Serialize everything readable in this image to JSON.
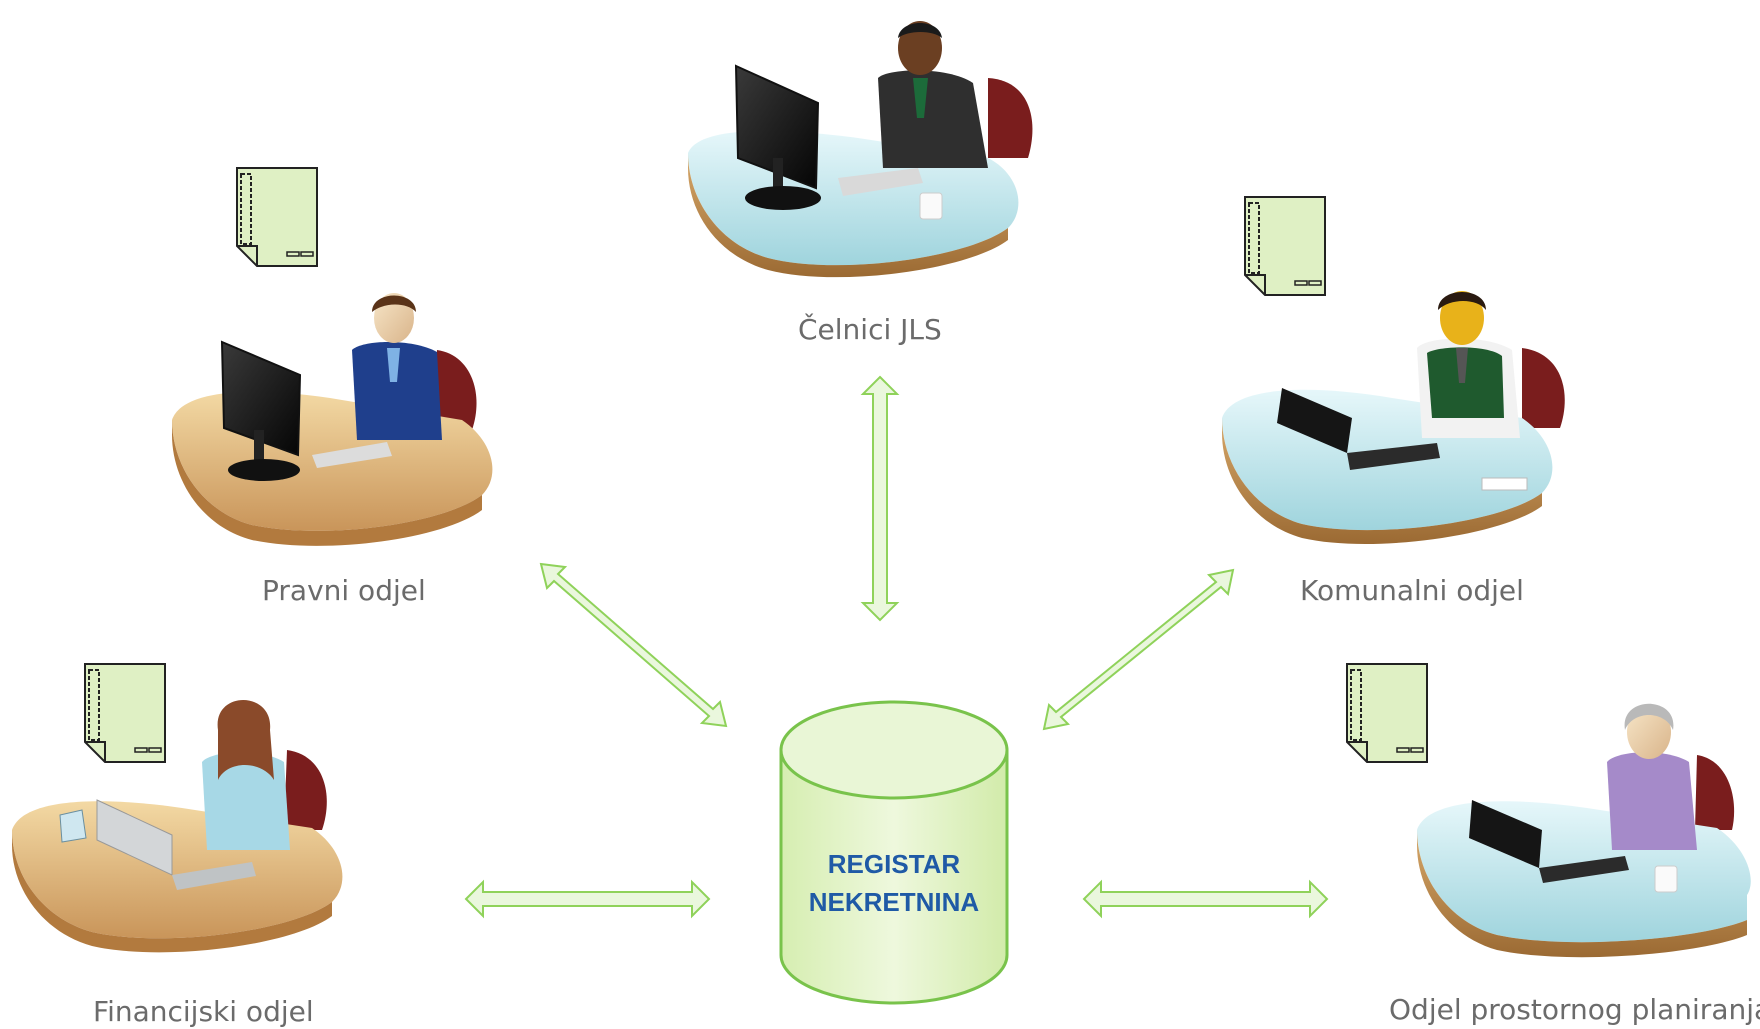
{
  "departments": [
    {
      "id": "celnici",
      "label": "Čelnici JLS"
    },
    {
      "id": "pravni",
      "label": "Pravni odjel"
    },
    {
      "id": "komunalni",
      "label": "Komunalni odjel"
    },
    {
      "id": "financijski",
      "label": "Financijski odjel"
    },
    {
      "id": "prostorno",
      "label": "Odjel prostornog planiranja"
    }
  ],
  "database": {
    "line1": "REGISTAR",
    "line2": "NEKRETNINA"
  },
  "colors": {
    "arrow_fill": "#eaf7dd",
    "arrow_stroke": "#8fd25a",
    "db_fill": "#e4f3c9",
    "db_stroke": "#79c34b",
    "doc_fill": "#dff0c4",
    "label_text": "#6b6b6b",
    "db_text": "#1f5aa6"
  },
  "icons": [
    "document-icon",
    "person-at-desk-icon",
    "database-cylinder-icon",
    "double-arrow-icon"
  ]
}
